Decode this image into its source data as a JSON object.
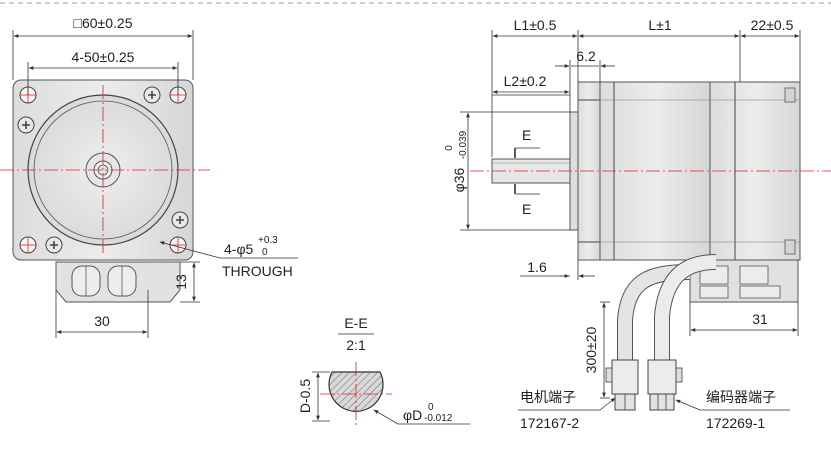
{
  "front_view": {
    "dim_width": "□60±0.25",
    "dim_hole_spacing": "4-50±0.25",
    "dim_holes_main": "4-φ5",
    "dim_holes_upper": "+0.3",
    "dim_holes_lower": "0",
    "dim_holes_note": "THROUGH",
    "dim_connector_height": "13",
    "dim_connector_width": "30"
  },
  "side_view": {
    "dim_l1": "L1±0.5",
    "dim_l": "L±1",
    "dim_rear": "22±0.5",
    "dim_6_2": "6.2",
    "dim_l2": "L2±0.2",
    "dim_diameter_main": "φ36",
    "dim_diameter_upper": "0",
    "dim_diameter_lower": "-0.039",
    "section_mark_top": "E",
    "section_mark_bottom": "E",
    "dim_1_6": "1.6",
    "dim_31": "31",
    "dim_cable": "300±20",
    "motor_terminal_label": "电机端子",
    "motor_terminal_part": "172167-2",
    "encoder_terminal_label": "编码器端子",
    "encoder_terminal_part": "172269-1"
  },
  "section_view": {
    "title": "E-E",
    "scale": "2:1",
    "dim_flat": "D-0.5",
    "dim_d_main": "φD",
    "dim_d_upper": "0",
    "dim_d_lower": "-0.012"
  },
  "colors": {
    "centerline": "#e02020",
    "metal_face": "#e4e4e4",
    "outline": "#444444"
  }
}
